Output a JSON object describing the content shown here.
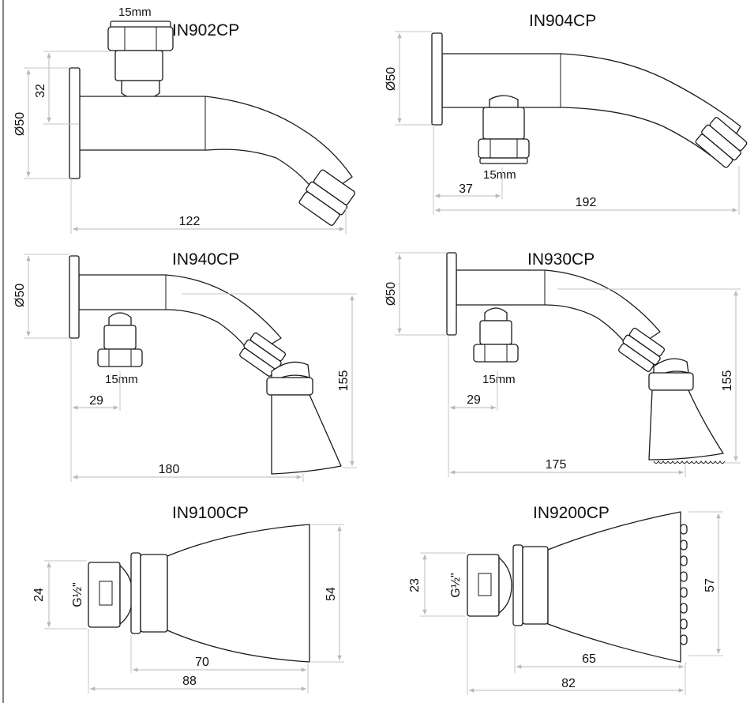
{
  "line_color": "#1a1a1a",
  "dimension_color": "#b9b9b9",
  "products": [
    {
      "code": "IN902CP",
      "dims": {
        "nut": "15mm",
        "offset": "32",
        "flange": "Ø50",
        "length": "122"
      }
    },
    {
      "code": "IN904CP",
      "dims": {
        "flange": "Ø50",
        "nut": "15mm",
        "offset": "37",
        "length": "192"
      }
    },
    {
      "code": "IN940CP",
      "dims": {
        "flange": "Ø50",
        "nut": "15mm",
        "offset": "29",
        "height": "155",
        "length": "180"
      }
    },
    {
      "code": "IN930CP",
      "dims": {
        "flange": "Ø50",
        "nut": "15mm",
        "offset": "29",
        "height": "155",
        "length": "175"
      }
    },
    {
      "code": "IN9100CP",
      "dims": {
        "inlet": "24",
        "thread": "G½\"",
        "face": "54",
        "body": "70",
        "length": "88"
      }
    },
    {
      "code": "IN9200CP",
      "dims": {
        "inlet": "23",
        "thread": "G½\"",
        "face": "57",
        "body": "65",
        "length": "82"
      }
    }
  ]
}
